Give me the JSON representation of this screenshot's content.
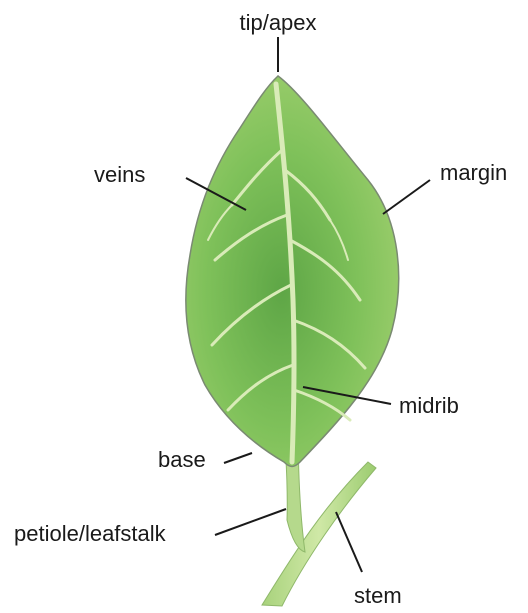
{
  "labels": {
    "tip": "tip/apex",
    "veins": "veins",
    "margin": "margin",
    "midrib": "midrib",
    "base": "base",
    "petiole": "petiole/leafstalk",
    "stem": "stem"
  },
  "colors": {
    "leaf_light": "#a9d67a",
    "leaf_mid": "#7fc15a",
    "leaf_dark": "#4e9a3c",
    "vein": "#d9ebb8",
    "outline": "#7a8a72",
    "stem": "#b9dc8e",
    "label_text": "#1a1a1a"
  }
}
